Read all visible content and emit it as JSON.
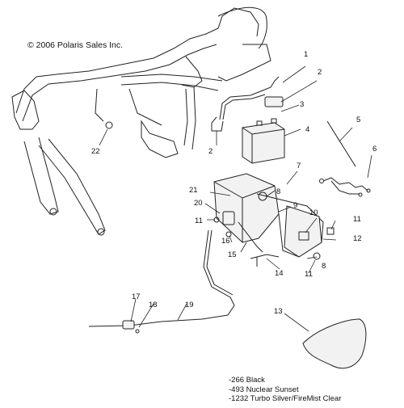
{
  "copyright": "© 2006 Polaris Sales Inc.",
  "callouts": [
    {
      "id": "1",
      "label": "1"
    },
    {
      "id": "2a",
      "label": "2"
    },
    {
      "id": "3",
      "label": "3"
    },
    {
      "id": "4",
      "label": "4"
    },
    {
      "id": "5",
      "label": "5"
    },
    {
      "id": "6",
      "label": "6"
    },
    {
      "id": "2b",
      "label": "2"
    },
    {
      "id": "22",
      "label": "22"
    },
    {
      "id": "7",
      "label": "7"
    },
    {
      "id": "8a",
      "label": "8"
    },
    {
      "id": "21",
      "label": "21"
    },
    {
      "id": "9",
      "label": "9"
    },
    {
      "id": "20",
      "label": "20"
    },
    {
      "id": "10",
      "label": "10"
    },
    {
      "id": "11a",
      "label": "11"
    },
    {
      "id": "11b",
      "label": "11"
    },
    {
      "id": "12",
      "label": "12"
    },
    {
      "id": "16",
      "label": "16"
    },
    {
      "id": "15",
      "label": "15"
    },
    {
      "id": "14",
      "label": "14"
    },
    {
      "id": "8b",
      "label": "8"
    },
    {
      "id": "11c",
      "label": "11"
    },
    {
      "id": "17",
      "label": "17"
    },
    {
      "id": "18",
      "label": "18"
    },
    {
      "id": "19",
      "label": "19"
    },
    {
      "id": "13",
      "label": "13"
    }
  ],
  "legend": [
    "-266  Black",
    "-493  Nuclear Sunset",
    "-1232 Turbo Silver/FireMist Clear"
  ]
}
